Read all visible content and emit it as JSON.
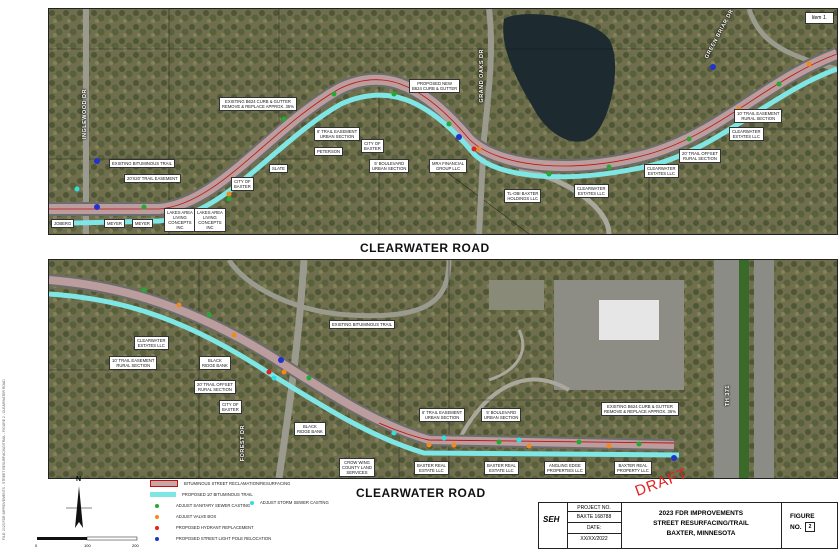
{
  "item_tag": "Item 1.",
  "top_map": {
    "road_labels": {
      "inglewood": "INGLEWOOD DR",
      "grand_oaks": "GRAND OAKS DR",
      "green_briar": "GREEN BRIAR DR"
    },
    "callouts": [
      {
        "id": "existing-trail",
        "text": "EXISTING BITUMINOUS TRAIL"
      },
      {
        "id": "easement-20x20",
        "text": "20'X20' TRAIL EASEMENT"
      },
      {
        "id": "curb-gutter-remove",
        "text": "EXISTING B624 CURB & GUTTER\nREMOVE & REPLACE APPROX. 35%"
      },
      {
        "id": "proposed-curb",
        "text": "PROPOSED NEW\nB624 CURB & GUTTER"
      },
      {
        "id": "easement-6-urban",
        "text": "6' TRAIL EASEMENT\nURBAN SECTION"
      },
      {
        "id": "boulevard-5",
        "text": "5' BOULEVARD\nURBAN SECTION"
      },
      {
        "id": "easement-10-rural",
        "text": "10' TRAIL EASEMENT\nRURAL SECTION"
      },
      {
        "id": "offset-20",
        "text": "20' TRAIL OFFSET\nRURAL SECTION"
      }
    ],
    "owners": [
      {
        "id": "o1",
        "text": "CITY OF\nBAXTER"
      },
      {
        "id": "o2",
        "text": "PETERSON"
      },
      {
        "id": "o3",
        "text": "CITY OF\nBAXTER"
      },
      {
        "id": "o4",
        "text": "SLATE"
      },
      {
        "id": "o5",
        "text": "LAKES AREA\nLIVING\nCONCEPTS\nINC"
      },
      {
        "id": "o6",
        "text": "LAKES AREA\nLIVING\nCONCEPTS\nINC"
      },
      {
        "id": "o7",
        "text": "MEYER"
      },
      {
        "id": "o8",
        "text": "MEYER"
      },
      {
        "id": "o9",
        "text": "JOBERG"
      },
      {
        "id": "o10",
        "text": "MRA FINANCIAL\nGROUP LLC"
      },
      {
        "id": "o11",
        "text": "TL-OBI BAXTER\nHOLDINGS LLC"
      },
      {
        "id": "o12",
        "text": "CLEARWATER\nESTATES LLC"
      },
      {
        "id": "o13",
        "text": "CLEARWATER\nESTATES LLC"
      },
      {
        "id": "o14",
        "text": "CLEARWATER\nESTATES LLC"
      }
    ]
  },
  "top_title": "CLEARWATER ROAD",
  "bottom_map": {
    "road_labels": {
      "forest": "FOREST DR",
      "th371": "TH 371"
    },
    "callouts": [
      {
        "id": "existing-trail-b",
        "text": "EXISTING BITUMINOUS TRAIL"
      },
      {
        "id": "easement-10-rural-b",
        "text": "10' TRAIL EASEMENT\nRURAL SECTION"
      },
      {
        "id": "offset-20-b",
        "text": "20' TRAIL OFFSET\nRURAL SECTION"
      },
      {
        "id": "easement-6-urban-b",
        "text": "6' TRAIL EASEMENT\nURBAN SECTION"
      },
      {
        "id": "boulevard-5-b",
        "text": "5' BOULEVARD\nURBAN SECTION"
      },
      {
        "id": "curb-gutter-b",
        "text": "EXISTING B624 CURB & GUTTER\nREMOVE & REPLACE APPROX. 35%"
      }
    ],
    "owners": [
      {
        "id": "p1",
        "text": "CLEARWATER\nESTATES LLC"
      },
      {
        "id": "p2",
        "text": "BLACK\nRIDGE BANK"
      },
      {
        "id": "p3",
        "text": "CITY OF\nBAXTER"
      },
      {
        "id": "p4",
        "text": "BLACK\nRIDGE BANK"
      },
      {
        "id": "p5",
        "text": "CROW WING\nCOUNTY LAND\nSERVICES"
      },
      {
        "id": "p6",
        "text": "BAXTER REAL\nESTATE LLC"
      },
      {
        "id": "p7",
        "text": "BAXTER REAL\nESTATE LLC"
      },
      {
        "id": "p8",
        "text": "ANGLING EDGE\nPROPERTIES LLC"
      },
      {
        "id": "p9",
        "text": "BAXTER REAL\nPROPERTY LLC"
      }
    ]
  },
  "bottom_title": "CLEARWATER ROAD",
  "legend": [
    {
      "id": "reclaim",
      "text": "BITUMINOUS STREET RECLAMATION/RESURFACING",
      "kind": "swatch",
      "color": "#c9a6a6"
    },
    {
      "id": "trail",
      "text": "PROPOSED 10' BITUMINOUS TRAIL",
      "kind": "swatch",
      "color": "#7fe6e6"
    },
    {
      "id": "sanitary",
      "text": "ADJUST SANITARY SEWER CASTING",
      "kind": "dot",
      "color": "#22aa33"
    },
    {
      "id": "valve",
      "text": "ADJUST VALVE BOX",
      "kind": "dot",
      "color": "#f08a1e"
    },
    {
      "id": "hydrant",
      "text": "PROPOSED HYDRANT REPLACEMENT",
      "kind": "dot",
      "color": "#e32020"
    },
    {
      "id": "lightpole",
      "text": "PROPOSED STREET LIGHT POLE RELOCATION",
      "kind": "dot",
      "color": "#2233cc"
    }
  ],
  "legend_extra": {
    "text": "ADJUST STORM SEWER CASTING",
    "color": "#33dde0"
  },
  "north": {
    "label": "N"
  },
  "scale": {
    "ticks": [
      "0",
      "100",
      "200"
    ]
  },
  "side_note": "FILE: 2023 FDR IMPROVEMENTS - STREET RESURFACING/TRAIL - FIGURE 2 - CLEARWATER ROAD",
  "title_block": {
    "logo": "SEH",
    "project_no_label": "PROJECT NO.",
    "project_no": "BAXTE 168788",
    "date_label": "DATE:",
    "date": "XX/XX/2022",
    "title1": "2023 FDR IMPROVEMENTS",
    "title2": "STREET RESURFACING/TRAIL",
    "title3": "BAXTER, MINNESOTA",
    "figure_label": "FIGURE",
    "figure_no_label": "NO.",
    "figure_no": "2"
  },
  "draft": "DRAFT"
}
